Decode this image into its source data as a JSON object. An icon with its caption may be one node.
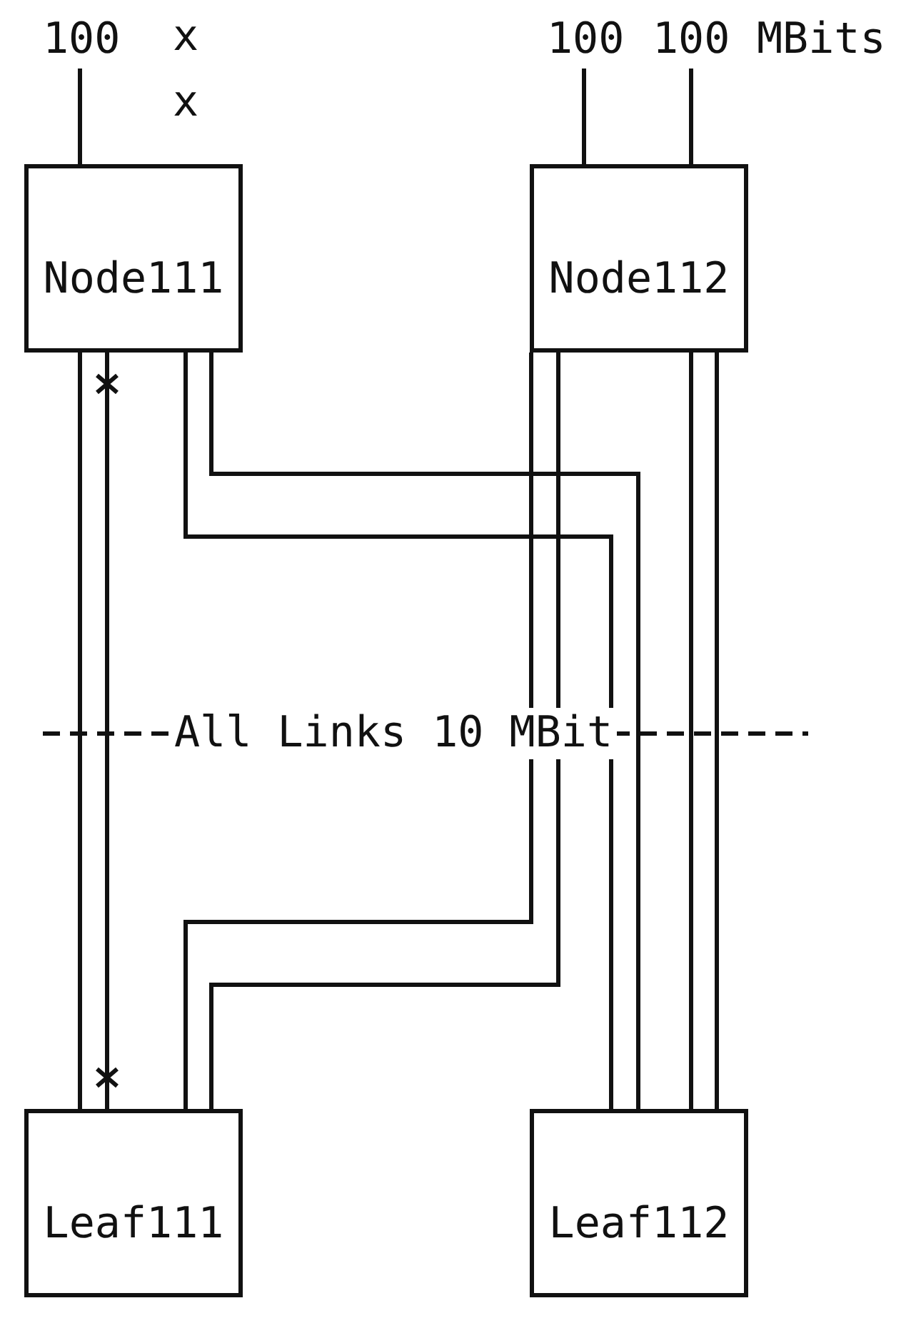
{
  "diagram": {
    "nodes": [
      {
        "text": [
          "100"
        ]
      },
      {
        "text": [
          "100"
        ]
      },
      {
        "text": [
          "100"
        ],
        "beside": [
          "MBits"
        ]
      },
      {
        "text": [
          "Node111"
        ]
      },
      {
        "text": [
          "Node112"
        ]
      },
      {
        "text": [
          "Leaf111"
        ]
      },
      {
        "text": [
          "Leaf112"
        ]
      }
    ],
    "edges": [
      {
        "from": 3,
        "to": 0,
        "arrow": "none"
      },
      {
        "from": 4,
        "to": 1,
        "arrow": "none"
      },
      {
        "from": 4,
        "to": 2,
        "arrow": "none"
      },
      {
        "from": 3,
        "to": 5,
        "arrow": "none"
      },
      {
        "from": 3,
        "to": 5,
        "arrow": "other"
      },
      {
        "from": 3,
        "to": 6,
        "arrow": "none"
      },
      {
        "from": 3,
        "to": 6,
        "arrow": "none"
      },
      {
        "from": 4,
        "to": 5,
        "arrow": "none"
      },
      {
        "from": 4,
        "to": 5,
        "arrow": "none"
      },
      {
        "from": 4,
        "to": 6,
        "arrow": "none"
      },
      {
        "from": 4,
        "to": 6,
        "arrow": "none"
      }
    ],
    "labels": [
      "x",
      "x",
      "All Links 10 MBit"
    ]
  }
}
